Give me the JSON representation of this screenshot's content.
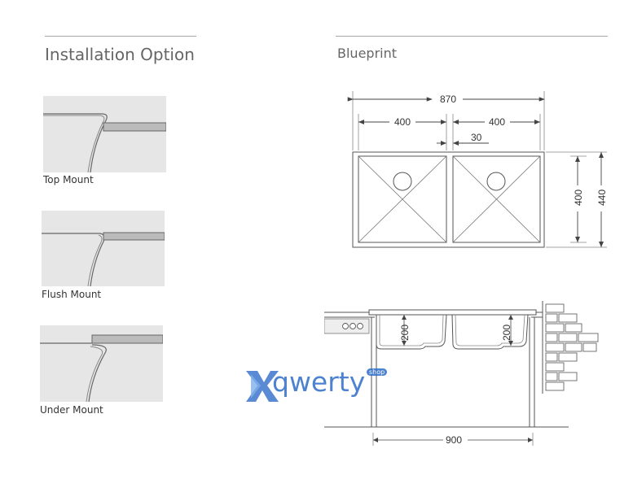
{
  "left": {
    "title": "Installation Option",
    "options": [
      {
        "label": "Top Mount"
      },
      {
        "label": "Flush Mount"
      },
      {
        "label": "Under Mount"
      }
    ]
  },
  "right": {
    "title": "Blueprint",
    "dimensions": {
      "total_width": "870",
      "bowl_left_width": "400",
      "bowl_right_width": "400",
      "divider_gap": "30",
      "inner_depth": "400",
      "outer_depth": "440",
      "bowl_left_height": "200",
      "bowl_right_height": "200",
      "cabinet_width": "900"
    }
  },
  "watermark": {
    "text": "qwerty",
    "badge": "shop",
    "icon": "x-logo-icon"
  },
  "colors": {
    "line": "#555555",
    "thumb_bg": "#e6e6e6",
    "logo": "#2f6dc8"
  }
}
